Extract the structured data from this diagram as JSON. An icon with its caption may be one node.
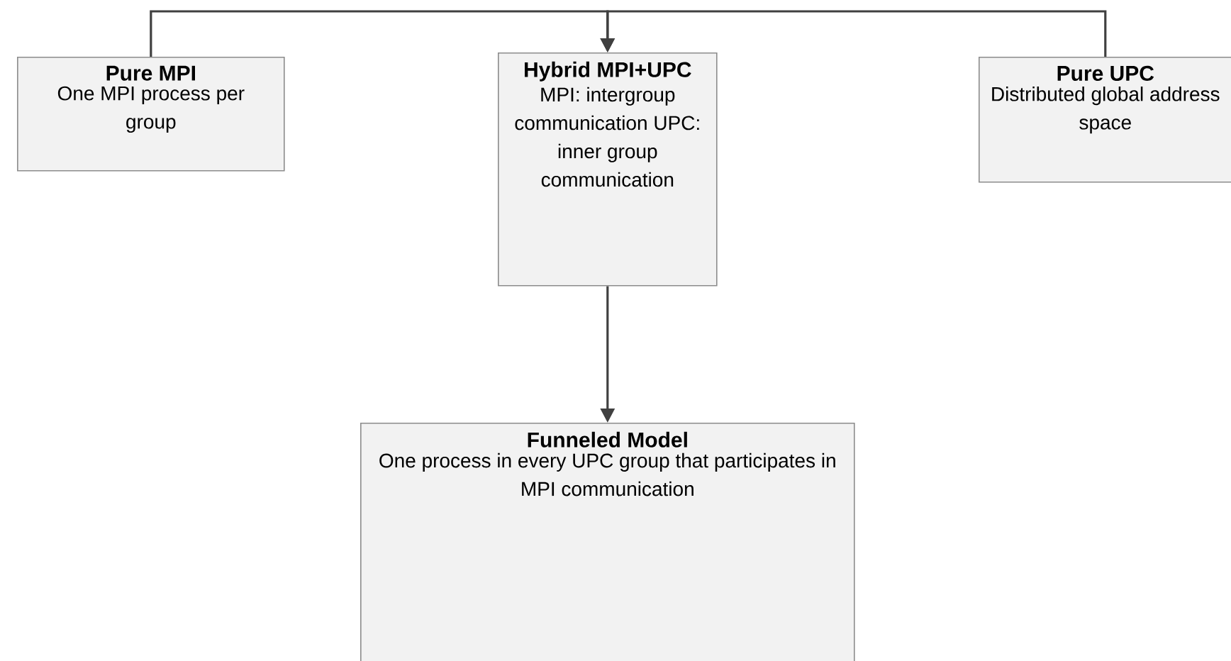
{
  "diagram": {
    "nodes": [
      {
        "text": [
          "Pure MPI",
          "One MPI process per group"
        ]
      },
      {
        "text": [
          "Hybrid MPI+UPC",
          "MPI: intergroup communication UPC: inner group communication"
        ]
      },
      {
        "text": [
          "Pure UPC",
          "Distributed global address space"
        ]
      },
      {
        "text": [
          "Funneled Model",
          "One process in every UPC group that participates in MPI communication"
        ]
      }
    ],
    "edges": [
      {
        "from": 0,
        "to": 1,
        "arrow": "to"
      },
      {
        "from": 2,
        "to": 1,
        "arrow": "to"
      },
      {
        "from": 1,
        "to": 3,
        "arrow": "to"
      }
    ]
  }
}
